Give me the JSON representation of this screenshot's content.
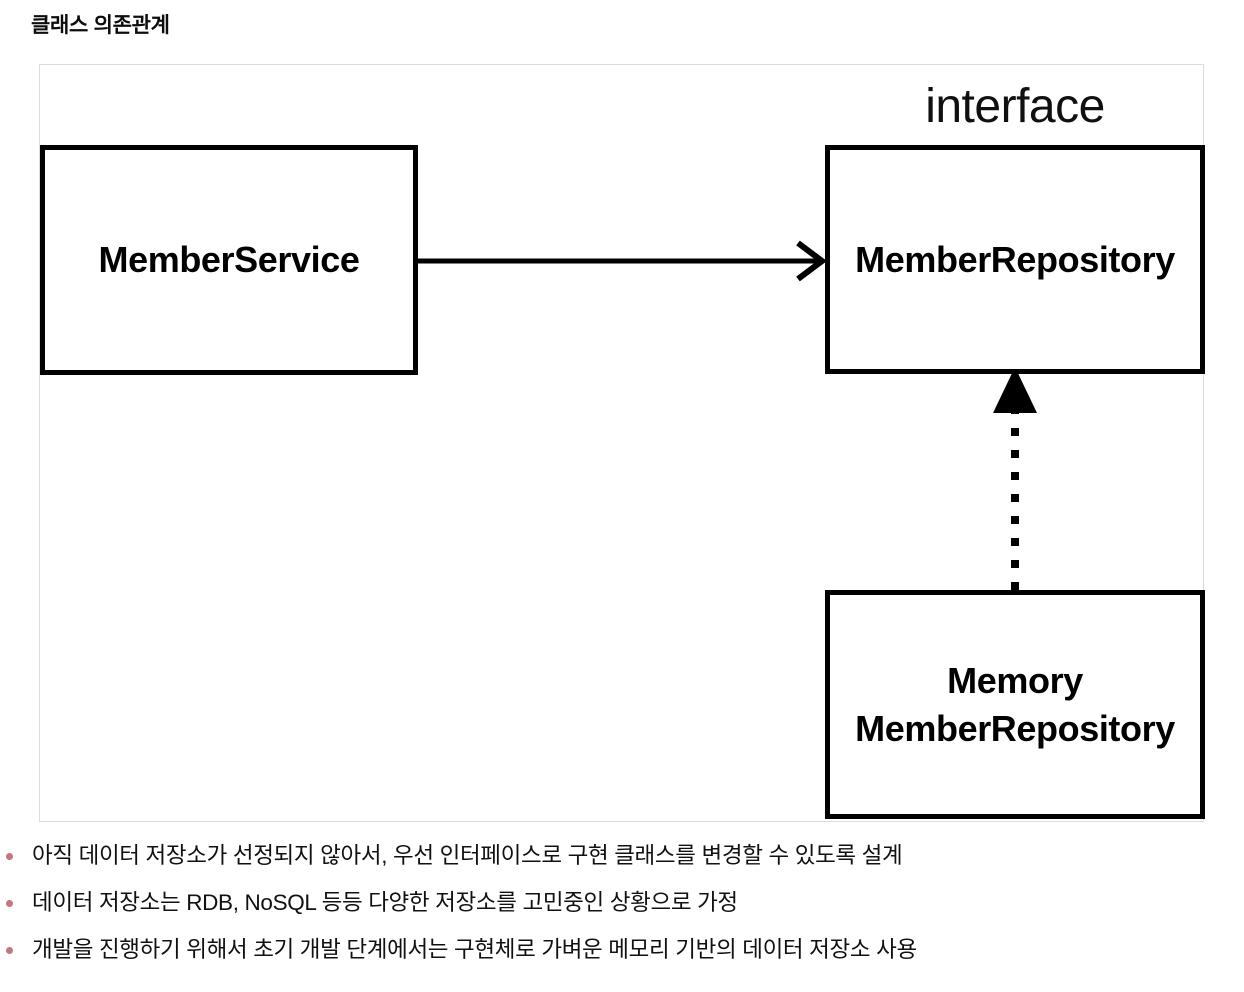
{
  "page_title": "클래스 의존관계",
  "diagram": {
    "stereotype_label": "interface",
    "boxes": [
      {
        "id": "member-service",
        "label": "MemberService"
      },
      {
        "id": "member-repository",
        "label": "MemberRepository"
      },
      {
        "id": "memory-member-repository",
        "label": "Memory\nMemberRepository"
      }
    ],
    "connectors": [
      {
        "id": "dependency-arrow",
        "type": "dependency",
        "style": "solid",
        "arrowhead": "open",
        "from": "MemberService",
        "to": "MemberRepository"
      },
      {
        "id": "realization-arrow",
        "type": "realization",
        "style": "dotted",
        "arrowhead": "closed-triangle",
        "from": "MemoryMemberRepository",
        "to": "MemberRepository"
      }
    ],
    "colors": {
      "frame_border": "#dcdcdc",
      "box_border": "#000000",
      "connector": "#000000",
      "background": "#ffffff"
    }
  },
  "notes": {
    "bullet_color": "#c4777c",
    "items": [
      "아직 데이터 저장소가 선정되지 않아서, 우선 인터페이스로 구현 클래스를 변경할 수 있도록 설계",
      "데이터 저장소는 RDB, NoSQL 등등 다양한 저장소를 고민중인 상황으로 가정",
      "개발을 진행하기 위해서 초기 개발 단계에서는 구현체로 가벼운 메모리 기반의 데이터 저장소 사용"
    ]
  }
}
